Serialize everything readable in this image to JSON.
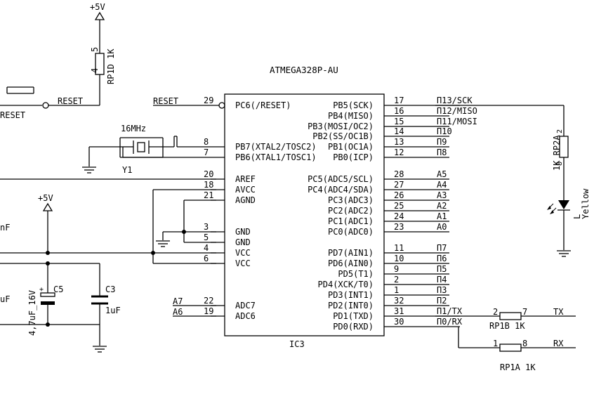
{
  "ic": {
    "name": "ATMEGA328P-AU",
    "ref": "IC3",
    "left_pins": [
      {
        "num": "29",
        "name": "PC6(/RESET)"
      },
      {
        "num": "8",
        "name": "PB7(XTAL2/TOSC2)"
      },
      {
        "num": "7",
        "name": "PB6(XTAL1/TOSC1)"
      },
      {
        "num": "20",
        "name": "AREF"
      },
      {
        "num": "18",
        "name": "AVCC"
      },
      {
        "num": "21",
        "name": "AGND"
      },
      {
        "num": "3",
        "name": "GND"
      },
      {
        "num": "5",
        "name": "GND"
      },
      {
        "num": "4",
        "name": "VCC"
      },
      {
        "num": "6",
        "name": "VCC"
      },
      {
        "num": "22",
        "name": "ADC7"
      },
      {
        "num": "19",
        "name": "ADC6"
      }
    ],
    "right_pins": [
      {
        "num": "17",
        "name": "PB5(SCK)",
        "net": "Π13/SCK"
      },
      {
        "num": "16",
        "name": "PB4(MISO)",
        "net": "Π12/MISO"
      },
      {
        "num": "15",
        "name": "PB3(MOSI/OC2)",
        "net": "Π11/MOSI"
      },
      {
        "num": "14",
        "name": "PB2(SS/OC1B)",
        "net": "Π10"
      },
      {
        "num": "13",
        "name": "PB1(OC1A)",
        "net": "Π9"
      },
      {
        "num": "12",
        "name": "PB0(ICP)",
        "net": "Π8"
      },
      {
        "num": "28",
        "name": "PC5(ADC5/SCL)",
        "net": "A5"
      },
      {
        "num": "27",
        "name": "PC4(ADC4/SDA)",
        "net": "A4"
      },
      {
        "num": "26",
        "name": "PC3(ADC3)",
        "net": "A3"
      },
      {
        "num": "25",
        "name": "PC2(ADC2)",
        "net": "A2"
      },
      {
        "num": "24",
        "name": "PC1(ADC1)",
        "net": "A1"
      },
      {
        "num": "23",
        "name": "PC0(ADC0)",
        "net": "A0"
      },
      {
        "num": "11",
        "name": "PD7(AIN1)",
        "net": "Π7"
      },
      {
        "num": "10",
        "name": "PD6(AIN0)",
        "net": "Π6"
      },
      {
        "num": "9",
        "name": "PD5(T1)",
        "net": "Π5"
      },
      {
        "num": "2",
        "name": "PD4(XCK/T0)",
        "net": "Π4"
      },
      {
        "num": "1",
        "name": "PD3(INT1)",
        "net": "Π3"
      },
      {
        "num": "32",
        "name": "PD2(INT0)",
        "net": "Π2"
      },
      {
        "num": "31",
        "name": "PD1(TXD)",
        "net": "Π1/TX"
      },
      {
        "num": "30",
        "name": "PD0(RXD)",
        "net": "Π0/RX"
      }
    ]
  },
  "nets": {
    "reset_left": "RESET",
    "reset_ic": "RESET",
    "reset_switch": "RESET",
    "adc7": "A7",
    "adc6": "A6",
    "tx": "TX",
    "rx": "RX"
  },
  "components": {
    "pwr_top": "+5V",
    "pwr_mid": "+5V",
    "rp1d": {
      "ref": "RP1D 1K",
      "pin_top": "5",
      "pin_bottom": "4"
    },
    "crystal": {
      "value": "16MHz",
      "ref": "Y1"
    },
    "c5": {
      "ref": "C5",
      "value": "4,7uF_16V",
      "plus": "+"
    },
    "c3": {
      "ref": "C3",
      "value": "1uF"
    },
    "cut_cap_top": "nF",
    "cut_cap_bottom": "uF",
    "rp2a": {
      "ref": "1K RP2A",
      "pin_top": "2",
      "pin_bottom": "8"
    },
    "led": {
      "ref": "L",
      "color": "Yellow"
    },
    "rp1b": {
      "ref": "RP1B 1K",
      "pin_left": "2",
      "pin_right": "7"
    },
    "rp1a": {
      "ref": "RP1A 1K",
      "pin_left": "1",
      "pin_right": "8"
    }
  }
}
